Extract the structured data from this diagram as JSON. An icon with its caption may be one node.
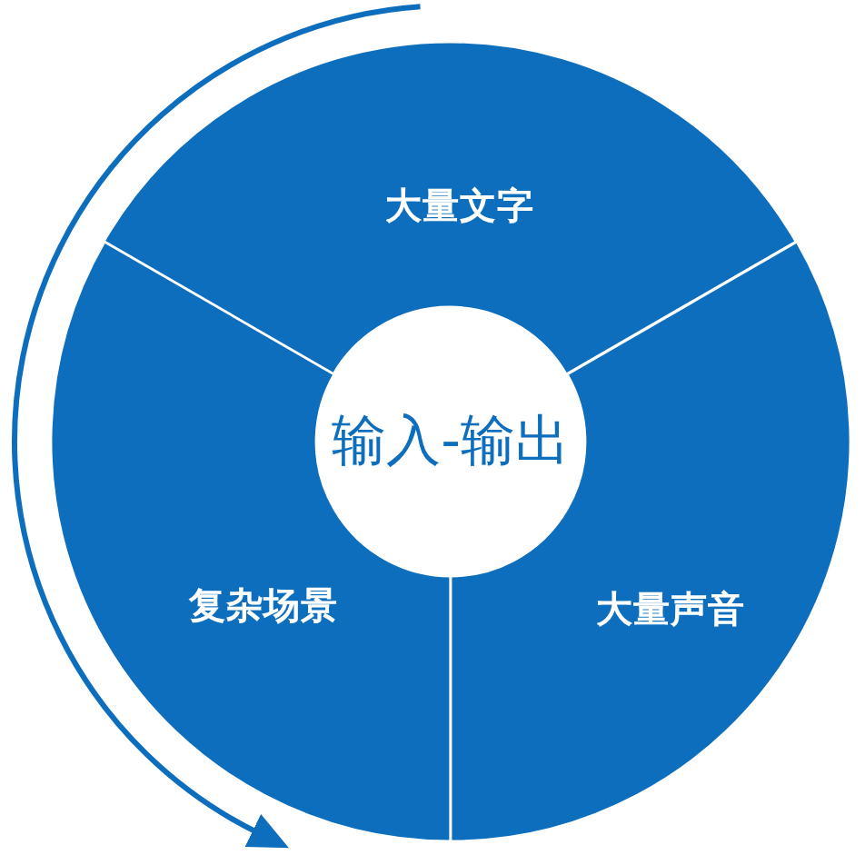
{
  "diagram": {
    "nodes": [
      {
        "text": [
          "大量文字"
        ]
      },
      {
        "text": [
          "输入-输出"
        ]
      },
      {
        "text": [
          "复杂场景"
        ]
      },
      {
        "text": [
          "大量声音"
        ]
      }
    ]
  }
}
